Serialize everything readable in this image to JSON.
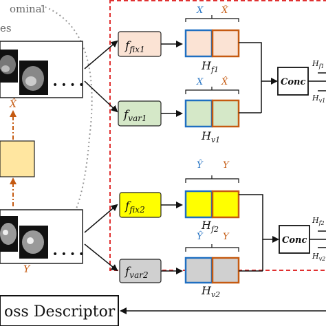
{
  "top_text": {
    "line1": "ominal",
    "line2": "es"
  },
  "panels": {
    "top": {
      "xhat_label": "X̂"
    },
    "bottom": {
      "y_label": "Y"
    }
  },
  "blocks": {
    "ffix1": {
      "base": "f",
      "sub": "fix1",
      "fill": "#fbe3d4",
      "stroke": "#222222"
    },
    "fvar1": {
      "base": "f",
      "sub": "var1",
      "fill": "#d5e8c8",
      "stroke": "#222222"
    },
    "ffix2": {
      "base": "f",
      "sub": "fix2",
      "fill": "#ffff00",
      "stroke": "#222222"
    },
    "fvar2": {
      "base": "f",
      "sub": "var2",
      "fill": "#d0d0d0",
      "stroke": "#222222"
    }
  },
  "features": {
    "hf1": {
      "label_base": "H",
      "label_sub": "f1",
      "left_top": "X",
      "right_top": "X̂",
      "left_fill": "#fbe3d4",
      "right_fill": "#fbe3d4"
    },
    "hv1": {
      "label_base": "H",
      "label_sub": "v1",
      "left_top": "X",
      "right_top": "X̂",
      "left_fill": "#d5e8c8",
      "right_fill": "#d5e8c8"
    },
    "hf2": {
      "label_base": "H",
      "label_sub": "f2",
      "left_top": "Ŷ",
      "right_top": "Y",
      "left_fill": "#ffff00",
      "right_fill": "#ffff00"
    },
    "hv2": {
      "label_base": "H",
      "label_sub": "v2",
      "left_top": "Ŷ",
      "right_top": "Y",
      "left_fill": "#d0d0d0",
      "right_fill": "#d0d0d0"
    }
  },
  "concat": {
    "top": {
      "label": "Conc",
      "out1_base": "H",
      "out1_sub": "f1",
      "out2_base": "H",
      "out2_sub": "v1"
    },
    "bottom": {
      "label": "Conc",
      "out1_base": "H",
      "out1_sub": "f2",
      "out2_base": "H",
      "out2_sub": "v2"
    }
  },
  "descriptor": {
    "label": "oss Descriptor"
  },
  "colors": {
    "blue_edge": "#1f6fc1",
    "orange_edge": "#c55a11",
    "dashed_red": "#e03030",
    "orange_text": "#c55a11",
    "blue_text": "#1f6fc1",
    "mid_block": "#ffe6a0",
    "dotted_grey": "#999999"
  }
}
